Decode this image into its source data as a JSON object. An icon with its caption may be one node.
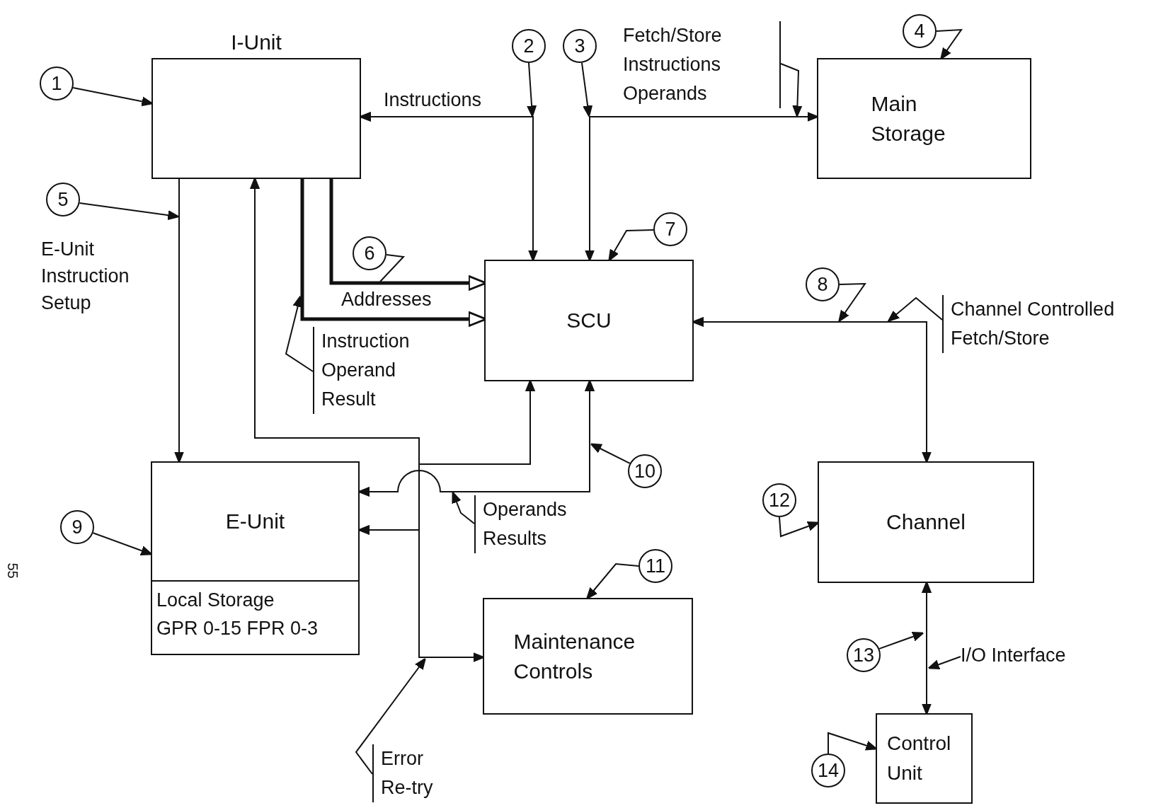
{
  "diagram": {
    "nodes": [
      {
        "text": [
          "1"
        ]
      },
      {
        "text": [
          "I-Unit"
        ]
      },
      {
        "text": [
          "2"
        ]
      },
      {
        "text": [
          "3"
        ]
      },
      {
        "text": [
          "Fetch/Store Instructions Operands"
        ]
      },
      {
        "text": [
          "4"
        ]
      },
      {
        "text": [
          "Main Storage"
        ]
      },
      {
        "text": [
          "5"
        ]
      },
      {
        "text": [
          "6"
        ]
      },
      {
        "text": [
          "7"
        ]
      },
      {
        "text": [
          "SCU"
        ]
      },
      {
        "text": [
          "8"
        ]
      },
      {
        "text": [
          "Channel Controlled Fetch/Store"
        ]
      },
      {
        "text": [
          "Instruction Operand Result"
        ]
      },
      {
        "text": [
          "10"
        ]
      },
      {
        "text": [
          "9"
        ]
      },
      {
        "text": [
          "E-Unit",
          "Local Storage",
          "GPR 0-15 FPR 0-3"
        ]
      },
      {
        "text": [
          "Operands Results"
        ]
      },
      {
        "text": [
          "12"
        ]
      },
      {
        "text": [
          "Channel"
        ]
      },
      {
        "text": [
          "11"
        ]
      },
      {
        "text": [
          "Maintenance Controls"
        ]
      },
      {
        "text": [
          "13"
        ]
      },
      {
        "text": [
          "I/O Interface"
        ]
      },
      {
        "text": [
          "Error Re-try"
        ]
      },
      {
        "text": [
          "14"
        ]
      },
      {
        "text": [
          "Control Unit"
        ]
      }
    ],
    "edges": [
      {
        "from": 10,
        "to": 1,
        "arrow": "both",
        "label": "Instructions"
      },
      {
        "from": 10,
        "to": 6,
        "arrow": "both"
      },
      {
        "from": 1,
        "to": 16,
        "arrow": "to",
        "label": "E-Unit Instruction Setup"
      },
      {
        "from": 1,
        "to": 10,
        "arrow": "to",
        "label": "Addresses",
        "style": "thick"
      },
      {
        "from": 1,
        "to": 10,
        "arrow": "to",
        "style": "thick"
      },
      {
        "from": 10,
        "to": 16,
        "arrow": "both"
      },
      {
        "from": 10,
        "to": 19,
        "arrow": "both"
      },
      {
        "from": 19,
        "to": 26,
        "arrow": "both"
      },
      {
        "from": null,
        "to": 1,
        "arrow": "to"
      },
      {
        "from": null,
        "to": 10,
        "arrow": "to"
      },
      {
        "from": null,
        "to": 16,
        "arrow": "to"
      },
      {
        "from": null,
        "to": 21,
        "arrow": "to"
      },
      {
        "from": 0,
        "to": 1,
        "arrow": "to"
      },
      {
        "from": 2,
        "to": null,
        "arrow": "to"
      },
      {
        "from": 3,
        "to": null,
        "arrow": "to"
      },
      {
        "from": 4,
        "to": null,
        "arrow": "to"
      },
      {
        "from": 5,
        "to": 6,
        "arrow": "to"
      },
      {
        "from": 7,
        "to": null,
        "arrow": "to"
      },
      {
        "from": 8,
        "to": null,
        "arrow": "none"
      },
      {
        "from": 9,
        "to": 10,
        "arrow": "to"
      },
      {
        "from": 11,
        "to": null,
        "arrow": "to"
      },
      {
        "from": 12,
        "to": null,
        "arrow": "to"
      },
      {
        "from": 13,
        "to": null,
        "arrow": "to"
      },
      {
        "from": 14,
        "to": null,
        "arrow": "to"
      },
      {
        "from": 15,
        "to": 16,
        "arrow": "to"
      },
      {
        "from": 17,
        "to": null,
        "arrow": "to"
      },
      {
        "from": 18,
        "to": 19,
        "arrow": "to"
      },
      {
        "from": 20,
        "to": 21,
        "arrow": "to"
      },
      {
        "from": 22,
        "to": null,
        "arrow": "to"
      },
      {
        "from": 23,
        "to": null,
        "arrow": "to"
      },
      {
        "from": 24,
        "to": null,
        "arrow": "to"
      },
      {
        "from": 25,
        "to": 26,
        "arrow": "to"
      }
    ],
    "labels": [
      "55"
    ]
  }
}
